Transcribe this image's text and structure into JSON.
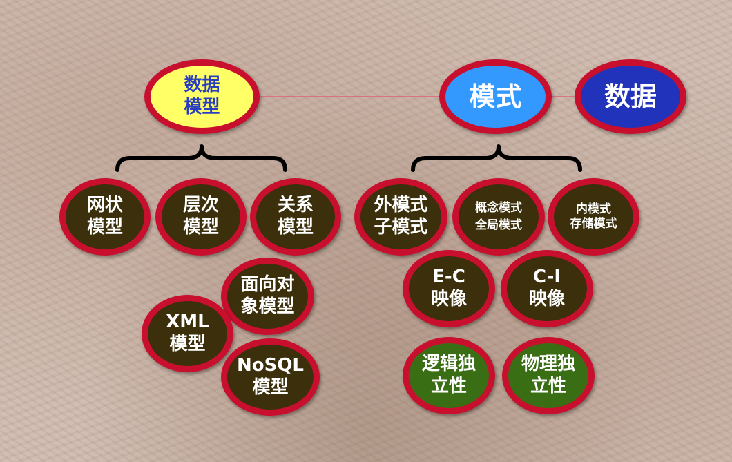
{
  "top_nodes": {
    "data_model": "数据\n模型",
    "schema": "模式",
    "data": "数据"
  },
  "model_types": {
    "network": "网状\n模型",
    "hierarchical": "层次\n模型",
    "relational": "关系\n模型",
    "object_oriented": "面向对\n象模型",
    "xml": "XML\n模型",
    "nosql": "NoSQL\n模型"
  },
  "schema_levels": {
    "external": "外模式\n子模式",
    "conceptual": "概念模式\n全局模式",
    "internal": "内模式\n存储模式"
  },
  "mappings": {
    "ec": "E-C\n映像",
    "ci": "C-I\n映像"
  },
  "independence": {
    "logical": "逻辑独\n立性",
    "physical": "物理独\n立性"
  },
  "colors": {
    "ring": "#c8102e",
    "data_model_fill": "#ffff66",
    "schema_fill": "#3399ff",
    "data_fill": "#2233bb",
    "dark_fill": "#3b2f0c",
    "green_fill": "#3a6e14",
    "connector": "#e0607a"
  }
}
